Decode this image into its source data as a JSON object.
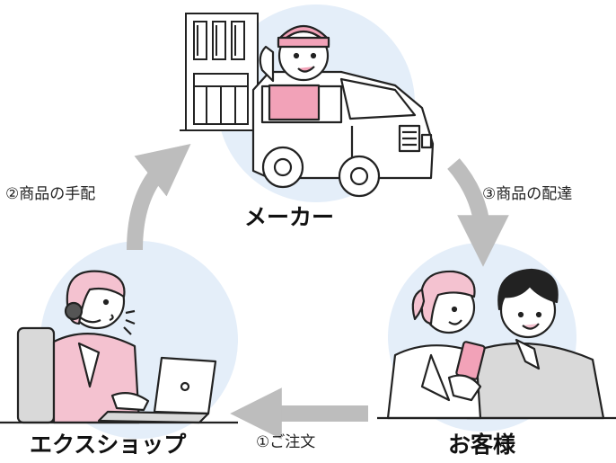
{
  "nodes": {
    "maker": "メーカー",
    "shop": "エクスショップ",
    "customer": "お客様"
  },
  "steps": {
    "order": "①ご注文",
    "arrange": "②商品の手配",
    "deliver": "③商品の配達"
  },
  "colors": {
    "arrow": "#bdbdbd",
    "bubble": "#e4eef9",
    "pink": "#f4c2d0",
    "uniform": "#f2a2b8",
    "outline": "#222222",
    "gray": "#d9d9d9"
  },
  "icons": [
    "factory-icon",
    "delivery-van-icon",
    "operator-headset-icon",
    "laptop-icon",
    "couple-smartphone-icon"
  ]
}
